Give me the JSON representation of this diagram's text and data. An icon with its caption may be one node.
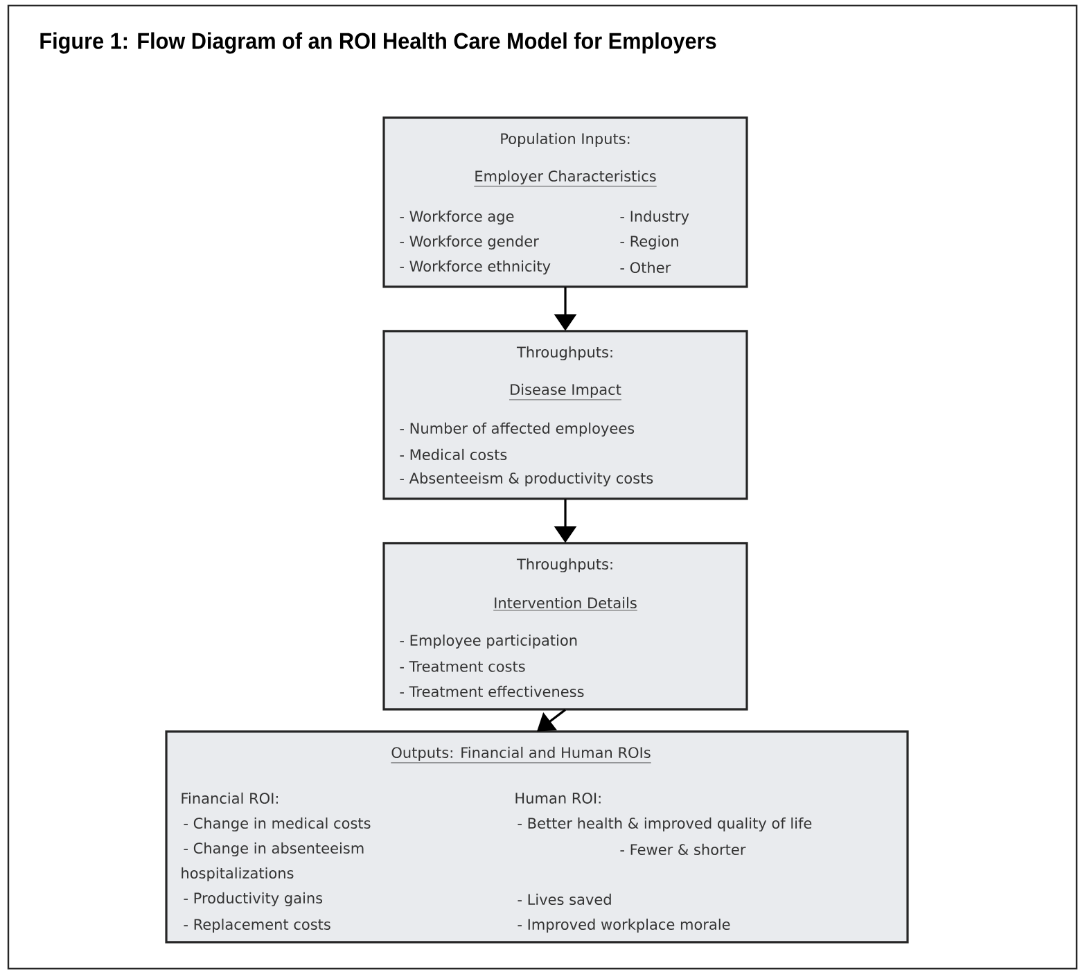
{
  "diagram": {
    "title": "Figure 1: Flow Diagram of an ROI Health Care Model for Employers",
    "nodes": [
      {
        "text": [
          "Population Inputs:",
          "Employer Characteristics",
          "- Workforce age",
          "- Workforce gender",
          "- Workforce ethnicity",
          "- Industry",
          "- Region",
          "- Other"
        ]
      },
      {
        "text": [
          "Throughputs:",
          "Disease Impact",
          "- Number of affected employees",
          "- Medical costs",
          "- Absenteeism & productivity costs"
        ]
      },
      {
        "text": [
          "Throughputs:",
          "Intervention Details",
          "- Employee participation",
          "- Treatment costs",
          "- Treatment effectiveness"
        ]
      },
      {
        "text": [
          "Outputs:  Financial and Human ROIs",
          "Financial ROI:",
          "- Change in medical costs",
          "- Change in absenteeism",
          "hospitalizations",
          "- Productivity gains",
          "- Replacement costs",
          "Human ROI:",
          "- Better health & improved quality of life",
          "- Fewer & shorter",
          "- Lives saved",
          "- Improved workplace morale"
        ]
      }
    ],
    "edges": [
      {
        "from": 0,
        "to": 1,
        "arrow": "to"
      },
      {
        "from": 1,
        "to": 2,
        "arrow": "to"
      },
      {
        "from": 2,
        "to": 3,
        "arrow": "to"
      }
    ]
  }
}
